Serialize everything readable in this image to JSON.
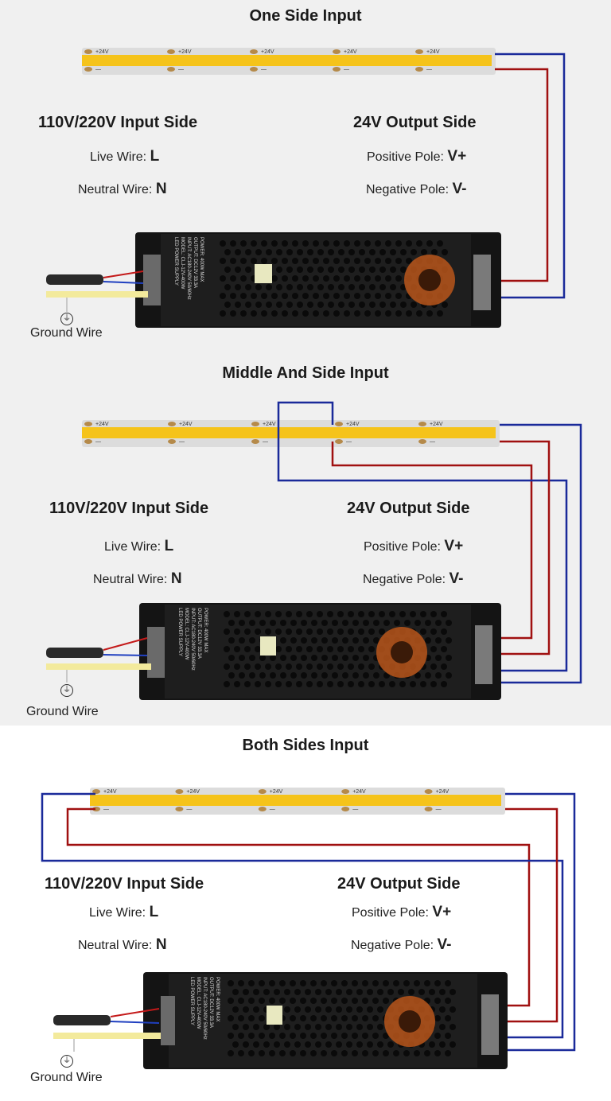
{
  "colors": {
    "positive_wire": "#a01010",
    "negative_wire": "#1a2a9a",
    "strip_yellow": "#f5c31a",
    "strip_base": "#dcdcdc",
    "psu_body": "#141414",
    "ground_wire": "#f3ea9c",
    "cable": "#2a2a2a"
  },
  "icons": [
    "ground-icon",
    "led-strip-image",
    "power-supply-image"
  ],
  "strip_marks": {
    "plus": "+24V",
    "minus": "—"
  },
  "psu_label_lines": [
    "LED POWER SUPPLY",
    "MODEL: CLJ-12V-400W",
    "INPUT: AC180-240V 50/60Hz",
    "OUTPUT: DC12V 33.3A",
    "POWER: 400W MAX"
  ],
  "sections": [
    {
      "title": "One Side Input",
      "input_heading": "110V/220V Input Side",
      "live_label": "Live Wire:",
      "live_value": "L",
      "neutral_label": "Neutral Wire:",
      "neutral_value": "N",
      "output_heading": "24V Output Side",
      "positive_label": "Positive Pole:",
      "positive_value": "V+",
      "negative_label": "Negative Pole:",
      "negative_value": "V-",
      "ground_label": "Ground Wire"
    },
    {
      "title": "Middle And Side Input",
      "input_heading": "110V/220V Input Side",
      "live_label": "Live Wire:",
      "live_value": "L",
      "neutral_label": "Neutral Wire:",
      "neutral_value": "N",
      "output_heading": "24V Output Side",
      "positive_label": "Positive Pole:",
      "positive_value": "V+",
      "negative_label": "Negative Pole:",
      "negative_value": "V-",
      "ground_label": "Ground Wire"
    },
    {
      "title": "Both Sides Input",
      "input_heading": "110V/220V Input Side",
      "live_label": "Live Wire:",
      "live_value": "L",
      "neutral_label": "Neutral Wire:",
      "neutral_value": "N",
      "output_heading": "24V Output Side",
      "positive_label": "Positive Pole:",
      "positive_value": "V+",
      "negative_label": "Negative Pole:",
      "negative_value": "V-",
      "ground_label": "Ground Wire"
    }
  ]
}
